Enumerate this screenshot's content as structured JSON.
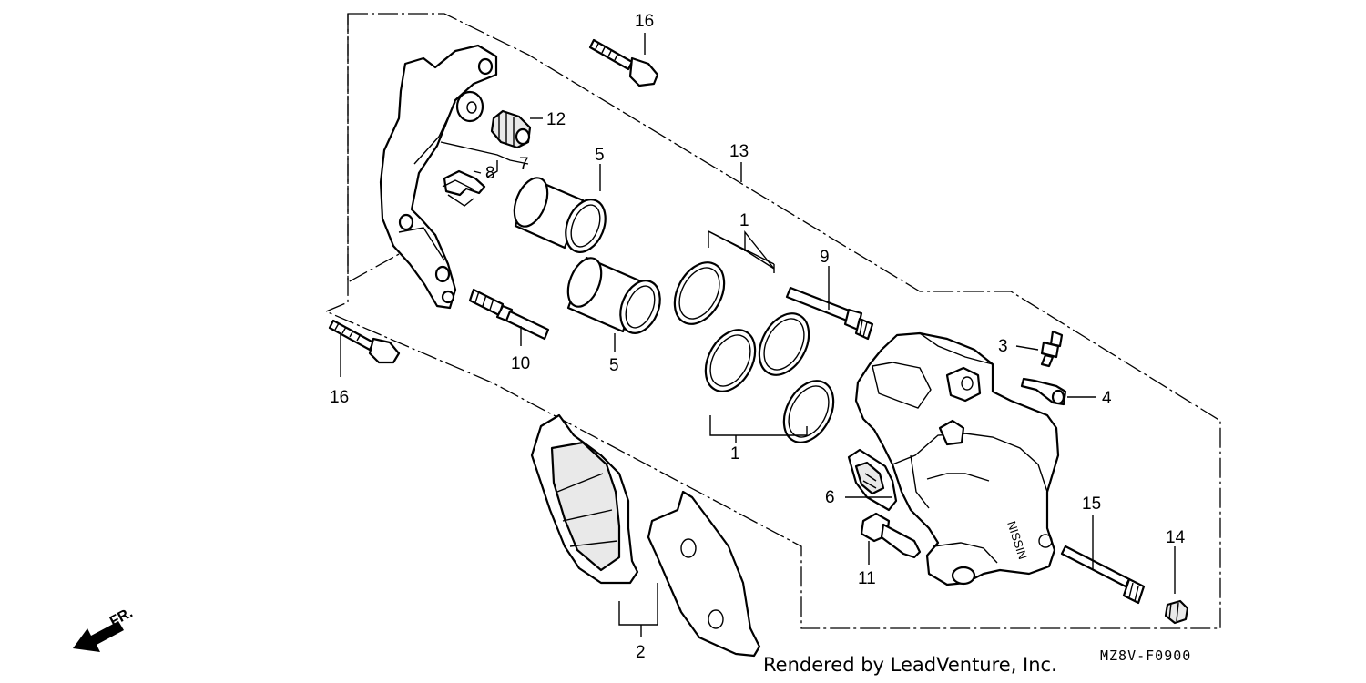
{
  "callouts": [
    {
      "id": "c16a",
      "text": "16"
    },
    {
      "id": "c12",
      "text": "12"
    },
    {
      "id": "c7",
      "text": "7"
    },
    {
      "id": "c8",
      "text": "8"
    },
    {
      "id": "c13",
      "text": "13"
    },
    {
      "id": "c5a",
      "text": "5"
    },
    {
      "id": "c1a",
      "text": "1"
    },
    {
      "id": "c9",
      "text": "9"
    },
    {
      "id": "c10",
      "text": "10"
    },
    {
      "id": "c5b",
      "text": "5"
    },
    {
      "id": "c16b",
      "text": "16"
    },
    {
      "id": "c3",
      "text": "3"
    },
    {
      "id": "c4",
      "text": "4"
    },
    {
      "id": "c1b",
      "text": "1"
    },
    {
      "id": "c6",
      "text": "6"
    },
    {
      "id": "c15",
      "text": "15"
    },
    {
      "id": "c14",
      "text": "14"
    },
    {
      "id": "c11",
      "text": "11"
    },
    {
      "id": "c2",
      "text": "2"
    }
  ],
  "front_arrow_label": "FR.",
  "brand_marking": "NISSIN",
  "credit": "Rendered by LeadVenture, Inc.",
  "diagram_code": "MZ8V-F0900"
}
